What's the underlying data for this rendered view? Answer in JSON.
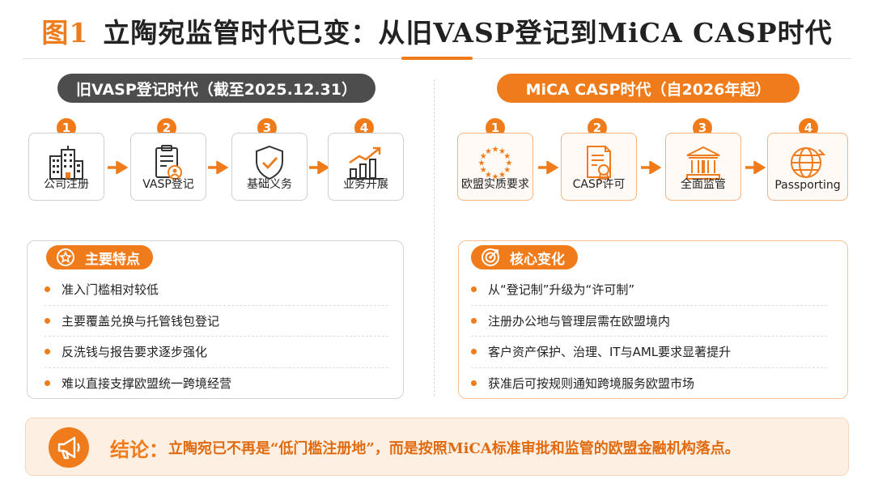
{
  "title": {
    "prefix": "图1",
    "main": "立陶宛监管时代已变：从旧VASP登记到MiCA CASP时代"
  },
  "left": {
    "header": "旧VASP登记时代（截至2025.12.31）",
    "steps": [
      {
        "num": "1",
        "label": "公司注册",
        "icon": "office-building-icon"
      },
      {
        "num": "2",
        "label": "VASP登记",
        "icon": "clipboard-user-icon"
      },
      {
        "num": "3",
        "label": "基础义务",
        "icon": "shield-check-icon"
      },
      {
        "num": "4",
        "label": "业务开展",
        "icon": "growth-chart-icon"
      }
    ],
    "panel": {
      "tag": "主要特点",
      "tag_icon": "star-badge-icon",
      "items": [
        "准入门槛相对较低",
        "主要覆盖兑换与托管钱包登记",
        "反洗钱与报告要求逐步强化",
        "难以直接支撑欧盟统一跨境经营"
      ]
    }
  },
  "right": {
    "header": "MiCA CASP时代（自2026年起）",
    "steps": [
      {
        "num": "1",
        "label": "欧盟实质要求",
        "icon": "eu-stars-icon"
      },
      {
        "num": "2",
        "label": "CASP许可",
        "icon": "certificate-icon"
      },
      {
        "num": "3",
        "label": "全面监管",
        "icon": "institution-icon"
      },
      {
        "num": "4",
        "label": "Passporting",
        "icon": "globe-icon"
      }
    ],
    "panel": {
      "tag": "核心变化",
      "tag_icon": "target-icon",
      "items": [
        "从“登记制”升级为“许可制”",
        "注册办公地与管理层需在欧盟境内",
        "客户资产保护、治理、IT与AML要求显著提升",
        "获准后可按规则通知跨境服务欧盟市场"
      ]
    }
  },
  "conclusion": {
    "label": "结论：",
    "text": "立陶宛已不再是“低门槛注册地”，而是按照MiCA标准审批和监管的欧盟金融机构落点。",
    "icon": "megaphone-icon"
  },
  "colors": {
    "accent": "#f07b1a",
    "dark": "#4d4d4d",
    "light_bg": "#fdf0e3"
  }
}
